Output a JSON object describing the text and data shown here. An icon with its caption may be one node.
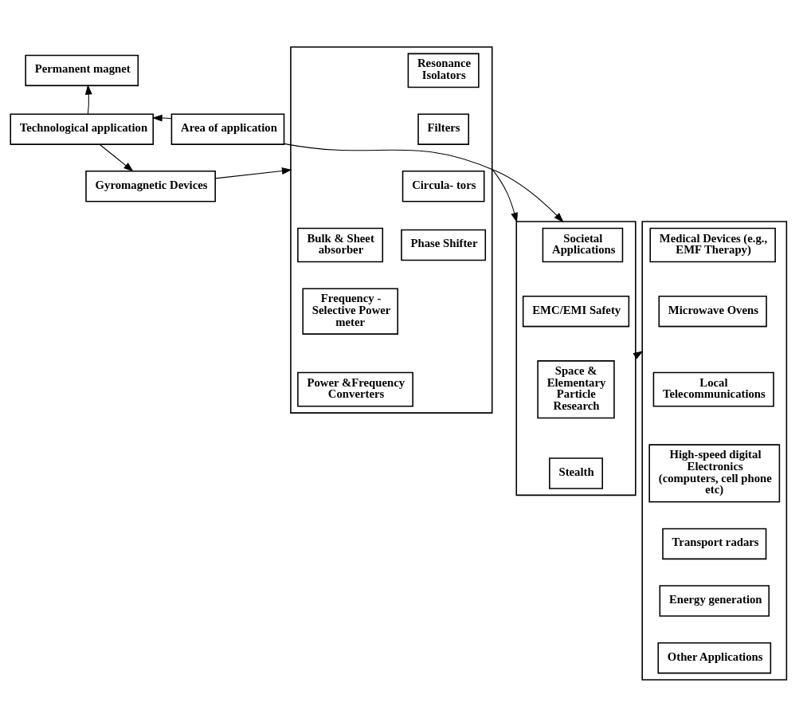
{
  "diagram": {
    "nodes": [
      {
        "text": [
          "Permanent magnet"
        ]
      },
      {
        "text": [
          "Technological application"
        ]
      },
      {
        "text": [
          "Area of application"
        ]
      },
      {
        "text": [
          "Gyromagnetic Devices"
        ]
      },
      {
        "text": [],
        "shape": "box"
      },
      {
        "text": [
          "Resonance Isolators"
        ],
        "in": 4
      },
      {
        "text": [
          "Bulk & Sheet absorber"
        ],
        "in": 4
      },
      {
        "text": [
          "Filters"
        ],
        "in": 4
      },
      {
        "text": [
          "Frequency - Selective Power meter"
        ],
        "in": 4
      },
      {
        "text": [
          "Circula- tors"
        ],
        "in": 4
      },
      {
        "text": [
          "Phase Shifter"
        ],
        "in": 4
      },
      {
        "text": [
          "Power &Frequency Converters"
        ],
        "in": 4
      },
      {
        "text": [],
        "shape": "box"
      },
      {
        "text": [
          "Societal Applications"
        ],
        "in": 12
      },
      {
        "text": [
          "EMC/EMI Safety"
        ],
        "in": 12
      },
      {
        "text": [
          "Space & Elementary Particle Research"
        ],
        "in": 12
      },
      {
        "text": [
          "Stealth"
        ],
        "in": 12
      },
      {
        "text": [],
        "shape": "box"
      },
      {
        "text": [
          "Medical Devices (e.g., EMF Therapy)"
        ],
        "in": 17
      },
      {
        "text": [
          "Microwave Ovens"
        ],
        "in": 17
      },
      {
        "text": [
          "Local Telecommunications"
        ],
        "in": 17
      },
      {
        "text": [
          "High-speed digital Electronics (computers, cell phone etc)"
        ],
        "in": 17
      },
      {
        "text": [
          "Transport radars"
        ],
        "in": 17
      },
      {
        "text": [
          "Energy generation"
        ],
        "in": 17
      },
      {
        "text": [
          "Other Applications"
        ],
        "in": 17
      }
    ],
    "edges": [
      {
        "from": 1,
        "to": 0,
        "arrow": "to"
      },
      {
        "from": 2,
        "to": 1,
        "arrow": "to"
      },
      {
        "from": 1,
        "to": 3,
        "arrow": "to"
      },
      {
        "from": 3,
        "to": 4,
        "arrow": "to"
      },
      {
        "from": 2,
        "to": 12,
        "arrow": "to"
      },
      {
        "from": 4,
        "to": 12,
        "arrow": "to"
      },
      {
        "from": 12,
        "to": 17,
        "arrow": "to"
      }
    ]
  }
}
